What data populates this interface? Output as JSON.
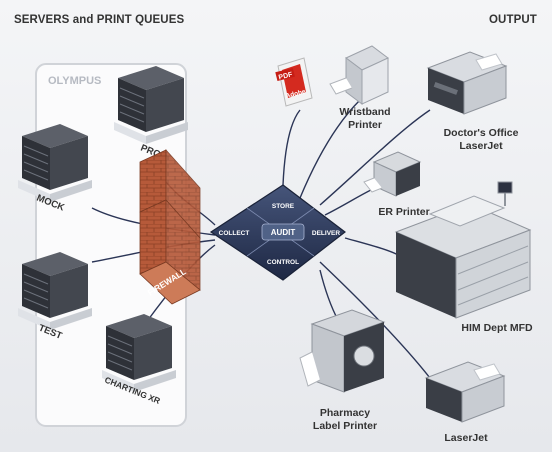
{
  "headers": {
    "servers": "SERVERS and PRINT QUEUES",
    "output": "OUTPUT"
  },
  "cluster": {
    "name": "OLYMPUS"
  },
  "servers": [
    "PROD",
    "MOCK",
    "TEST",
    "CHARTING XR"
  ],
  "firewall": "FIREWALL",
  "hub": {
    "center": "AUDIT",
    "top": "STORE",
    "left": "COLLECT",
    "right": "DELIVER",
    "bottom": "CONTROL"
  },
  "pdf": {
    "tag": "PDF",
    "brand": "Adobe"
  },
  "printers": {
    "wristband": [
      "Wristband",
      "Printer"
    ],
    "doctor": [
      "Doctor's Office",
      "LaserJet"
    ],
    "er": "ER Printer",
    "him": "HIM Dept MFD",
    "pharmacy": [
      "Pharmacy",
      "Label Printer"
    ],
    "laserjet": "LaserJet"
  },
  "colors": {
    "hub": "#2c3a5c",
    "brick": "#b95a3a",
    "server": "#3a3d44",
    "cable": "#2b3556"
  }
}
